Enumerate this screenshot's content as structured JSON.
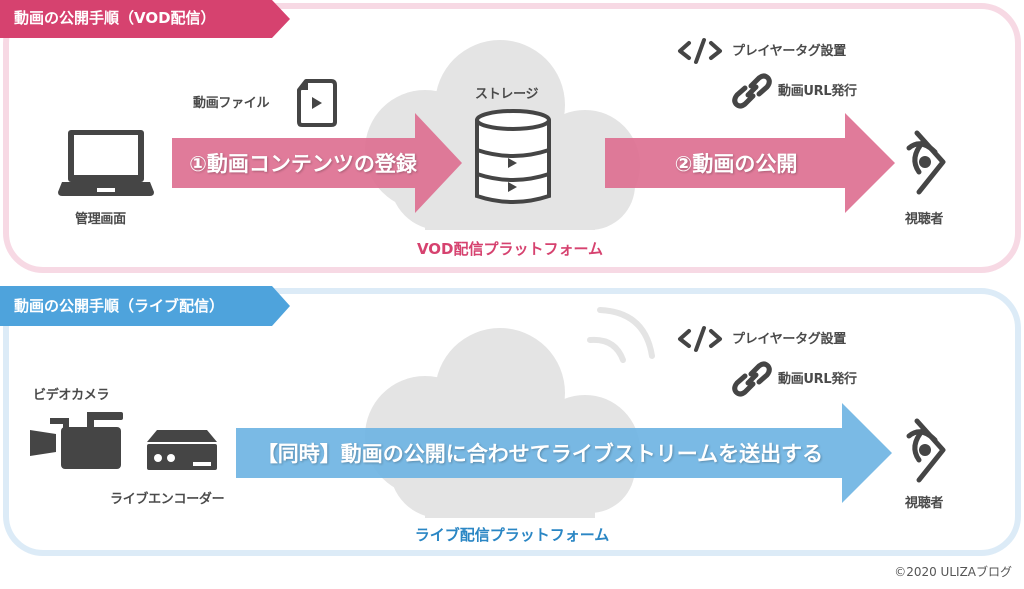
{
  "vod": {
    "header": "動画の公開手順（VOD配信）",
    "admin_label": "管理画面",
    "file_label": "動画ファイル",
    "storage_label": "ストレージ",
    "step1": "①動画コンテンツの登録",
    "step2": "②動画の公開",
    "player_tag": "プレイヤータグ設置",
    "url_issue": "動画URL発行",
    "viewer": "視聴者",
    "platform": "VOD配信プラットフォーム"
  },
  "live": {
    "header": "動画の公開手順（ライブ配信）",
    "camera_label": "ビデオカメラ",
    "encoder_label": "ライブエンコーダー",
    "stream": "【同時】動画の公開に合わせてライブストリームを送出する",
    "player_tag": "プレイヤータグ設置",
    "url_issue": "動画URL発行",
    "viewer": "視聴者",
    "platform": "ライブ配信プラットフォーム"
  },
  "copyright": "©2020 ULIZAブログ",
  "colors": {
    "pink": "#d6426f",
    "pink_light": "#f7d9e4",
    "pink_arrow": "#dd6d8f",
    "blue": "#4ea3dc",
    "blue_light": "#dcebf7",
    "blue_arrow": "#6cb3e2",
    "cloud": "#e4e4e4",
    "icon": "#454545"
  }
}
